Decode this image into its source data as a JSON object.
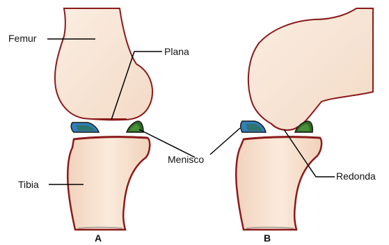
{
  "labels": {
    "femur": "Femur",
    "plana": "Plana",
    "menisco": "Menisco",
    "tibia": "Tibia",
    "redonda": "Redonda"
  },
  "panels": {
    "a": "A",
    "b": "B"
  },
  "colors": {
    "bone_fill": "#f8e6d6",
    "bone_outline": "#8b1a1a",
    "meniscus_blue": "#2f7fb8",
    "meniscus_green": "#2f6b2a",
    "leader_line": "#000000"
  }
}
